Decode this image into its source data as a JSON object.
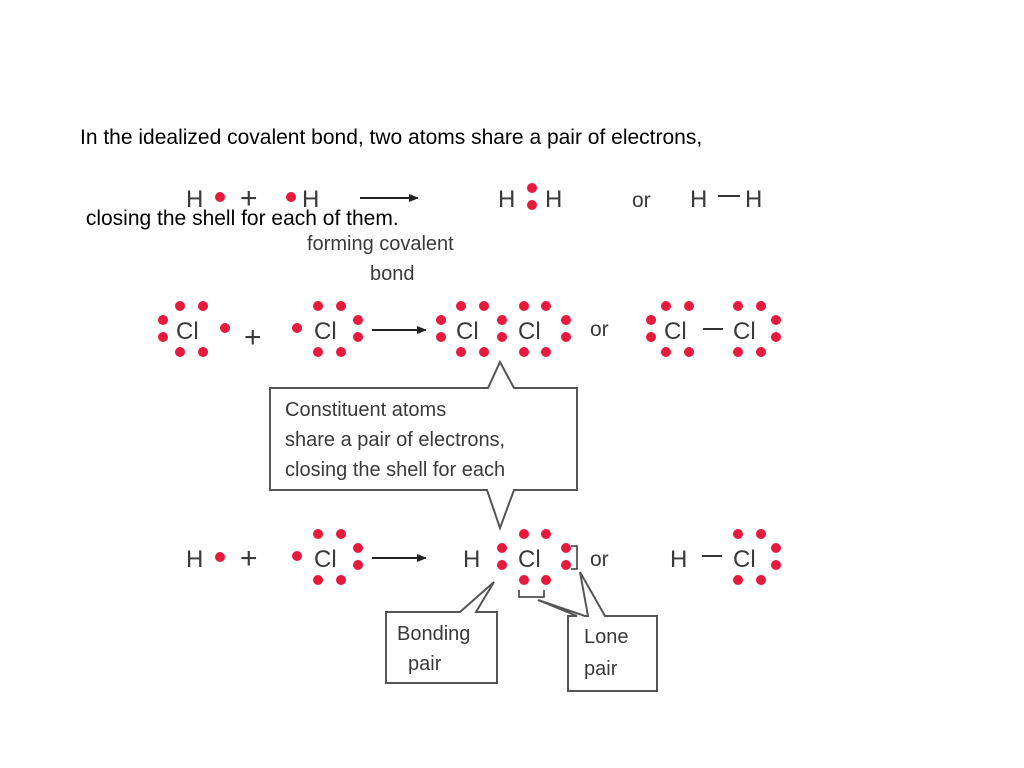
{
  "caption": {
    "line1": "In the idealized covalent bond, two atoms share a pair of electrons,",
    "line2": " closing the shell for each of them."
  },
  "symbols": {
    "hydrogen": "H",
    "chlorine": "Cl",
    "plus": "+",
    "or": "or"
  },
  "labels": {
    "forming_bond_line1": "forming covalent",
    "forming_bond_line2": "bond",
    "constituent_line1": "Constituent atoms",
    "constituent_line2": "share a pair of electrons,",
    "constituent_line3": "closing the shell for each",
    "bonding_line1": "Bonding",
    "bonding_line2": "pair",
    "lone_line1": "Lone",
    "lone_line2": "pair"
  },
  "colors": {
    "electron": "#e8193c",
    "symbol_text": "#3a3a3a",
    "callout_border": "#555555"
  }
}
